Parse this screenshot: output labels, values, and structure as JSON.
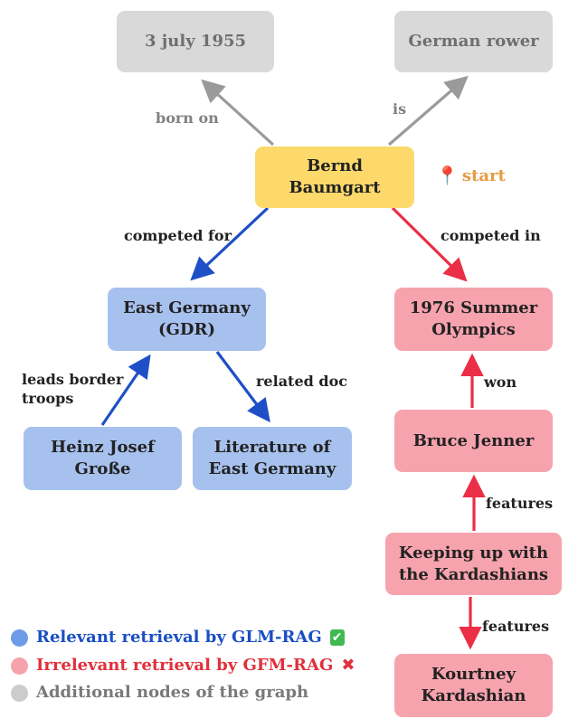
{
  "nodes": {
    "date": {
      "label": "3 july 1955",
      "kind": "grey"
    },
    "rower": {
      "label": "German rower",
      "kind": "grey"
    },
    "bernd": {
      "label": "Bernd\nBaumgart",
      "kind": "yellow"
    },
    "east_germany": {
      "label": "East Germany\n(GDR)",
      "kind": "blue"
    },
    "olympics": {
      "label": "1976 Summer\nOlympics",
      "kind": "pink"
    },
    "heinz": {
      "label": "Heinz Josef\nGroße",
      "kind": "blue"
    },
    "literature": {
      "label": "Literature of\nEast Germany",
      "kind": "blue"
    },
    "bruce": {
      "label": "Bruce Jenner",
      "kind": "pink"
    },
    "kardashians": {
      "label": "Keeping up with\nthe Kardashians",
      "kind": "pink"
    },
    "kourtney": {
      "label": "Kourtney\nKardashian",
      "kind": "pink"
    }
  },
  "edges": {
    "born_on": "born on",
    "is": "is",
    "competed_for": "competed for",
    "competed_in": "competed in",
    "leads_border_troops": "leads border\ntroops",
    "related_doc": "related doc",
    "won": "won",
    "features_1": "features",
    "features_2": "features"
  },
  "start_marker": {
    "icon": "pin-icon",
    "label": "start"
  },
  "legend": {
    "relevant": {
      "text": "Relevant retrieval by GLM-RAG",
      "color": "#1a4fc4",
      "dot": "#6e9be6",
      "mark": "✔"
    },
    "irrelevant": {
      "text": "Irrelevant retrieval by GFM-RAG",
      "color": "#e0313c",
      "dot": "#f4a3ad",
      "mark": "✖"
    },
    "additional": {
      "text": "Additional nodes of the graph",
      "color": "#7a7a7a",
      "dot": "#cccccc"
    }
  },
  "colors": {
    "grey_edge": "#9a9a9a",
    "blue_edge": "#1f4fc7",
    "red_edge": "#ea2f47"
  }
}
